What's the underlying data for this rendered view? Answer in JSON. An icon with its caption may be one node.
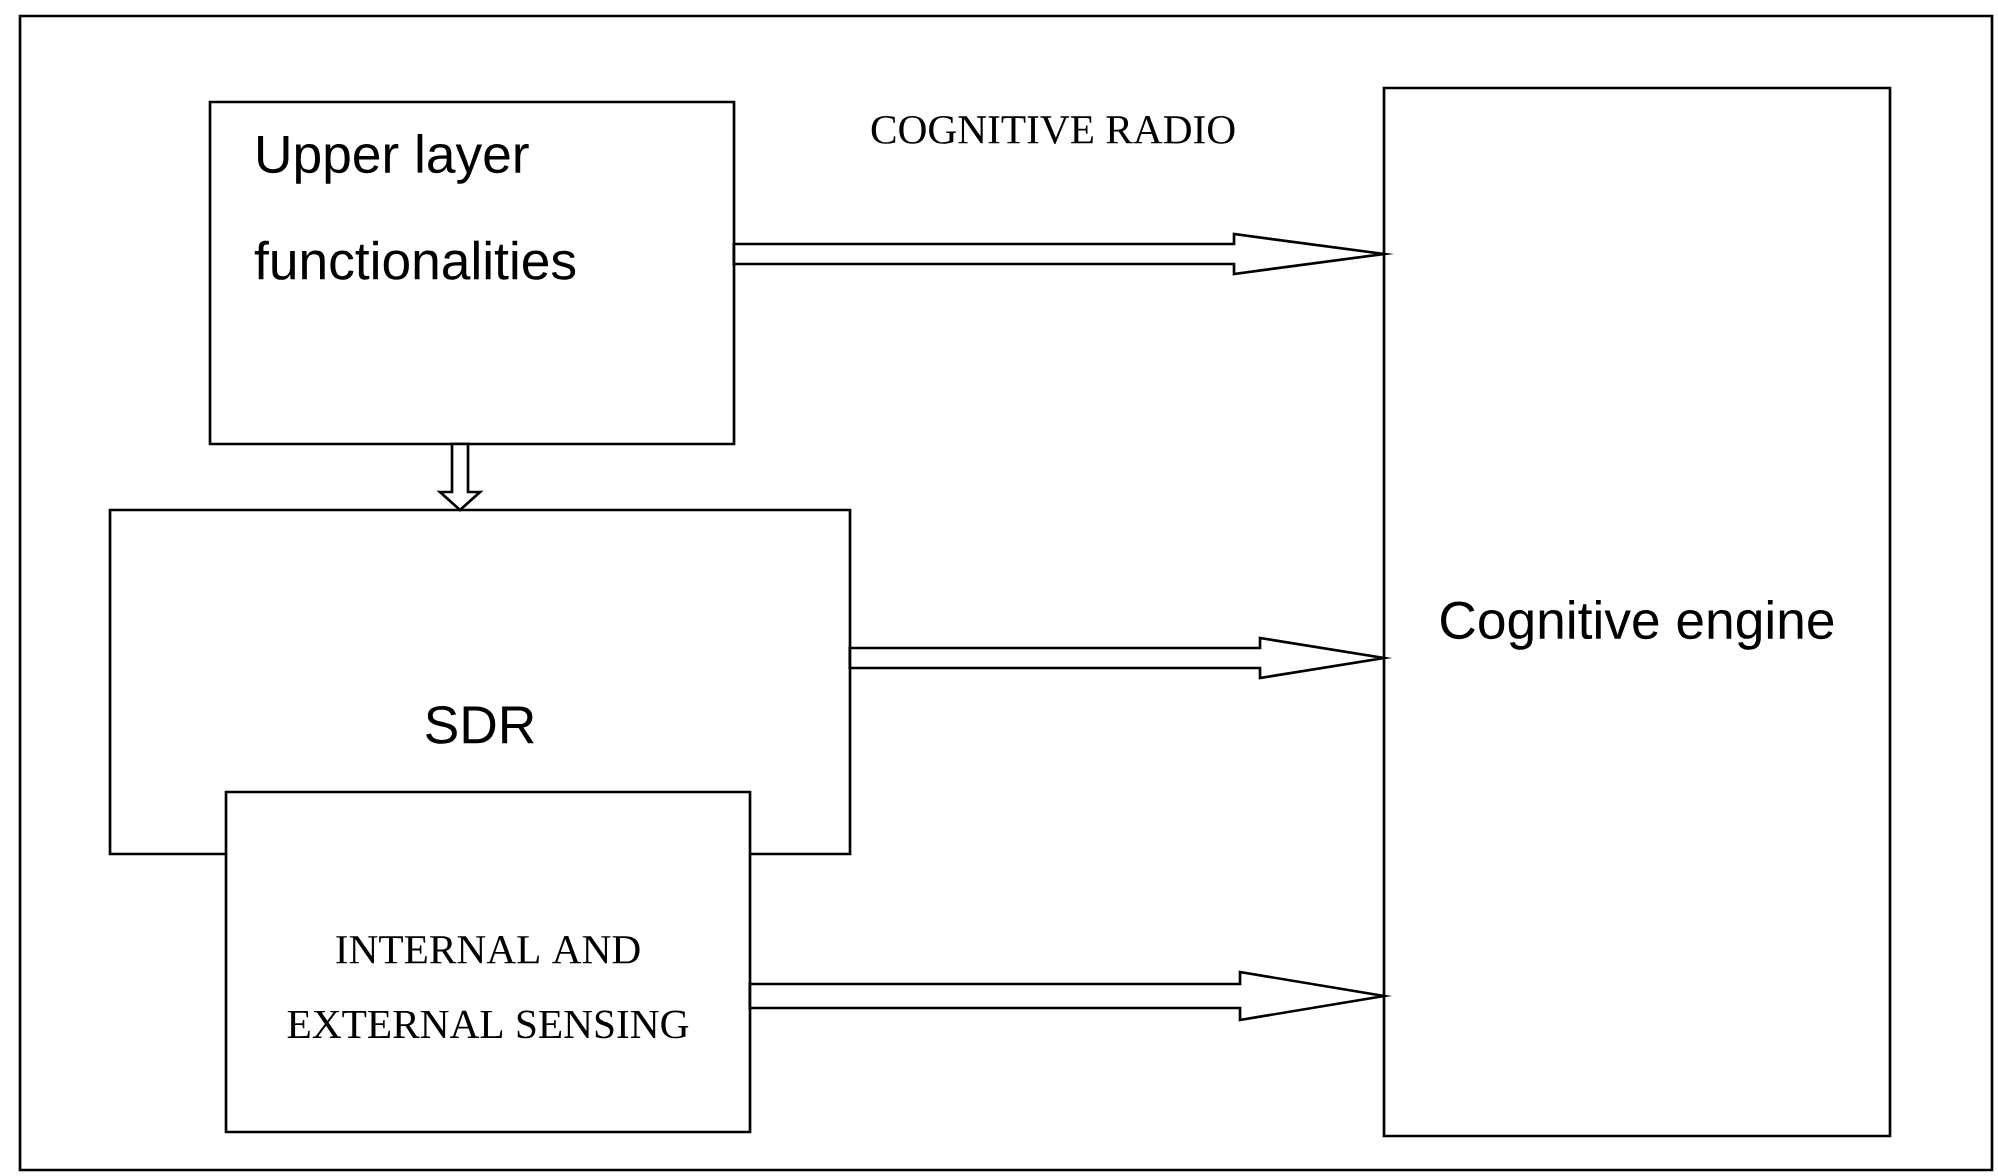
{
  "diagram": {
    "nodes": [
      {
        "text": [
          "COGNITIVE RADIO"
        ]
      },
      {
        "text": [
          "Upper layer functionalities"
        ],
        "in": 0
      },
      {
        "text": [
          "SDR"
        ],
        "in": 0
      },
      {
        "text": [
          "INTERNAL AND EXTERNAL SENSING"
        ],
        "in": 0
      },
      {
        "text": [
          "Cognitive engine"
        ],
        "in": 0
      }
    ],
    "edges": [
      {
        "from": 1,
        "to": 2,
        "arrow": "to"
      },
      {
        "from": 1,
        "to": 4,
        "arrow": "to"
      },
      {
        "from": 2,
        "to": 4,
        "arrow": "to"
      },
      {
        "from": 3,
        "to": 4,
        "arrow": "to"
      }
    ]
  }
}
